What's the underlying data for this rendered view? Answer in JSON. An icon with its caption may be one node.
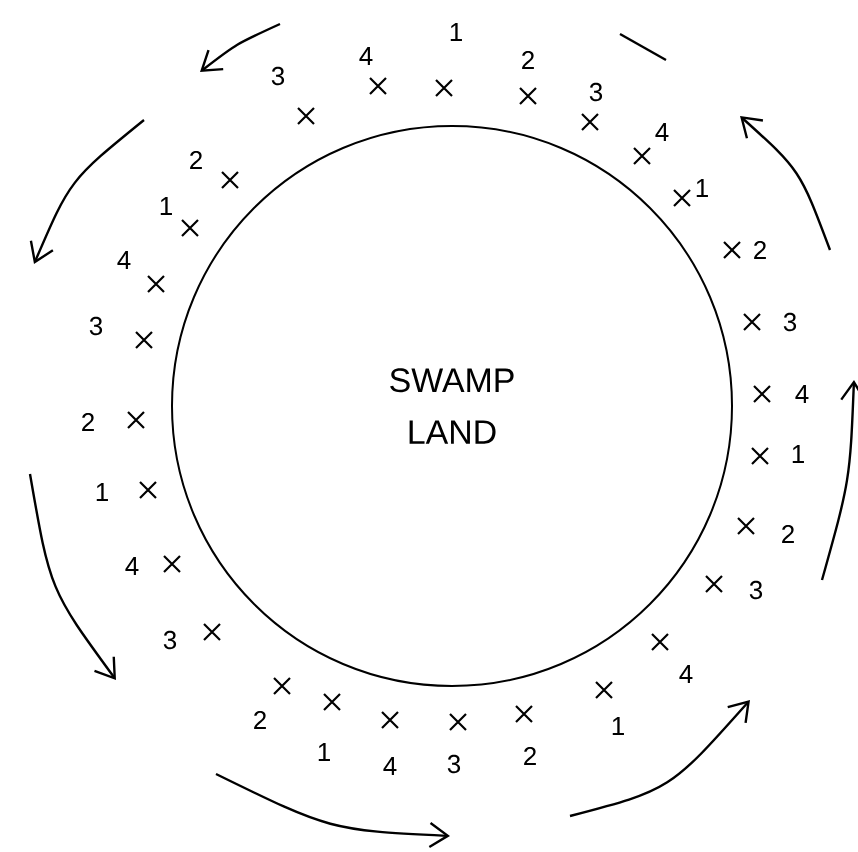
{
  "diagram": {
    "nodes": [
      {
        "text": [
          "SWAMP LAND"
        ]
      }
    ],
    "labels": [
      "3",
      "4",
      "1",
      "2",
      "3",
      "4",
      "1",
      "2",
      "3",
      "4",
      "1",
      "2",
      "3",
      "4",
      "1",
      "2",
      "3",
      "4",
      "1",
      "2",
      "3",
      "4",
      "1",
      "2",
      "3",
      "4",
      "1",
      "2"
    ]
  }
}
